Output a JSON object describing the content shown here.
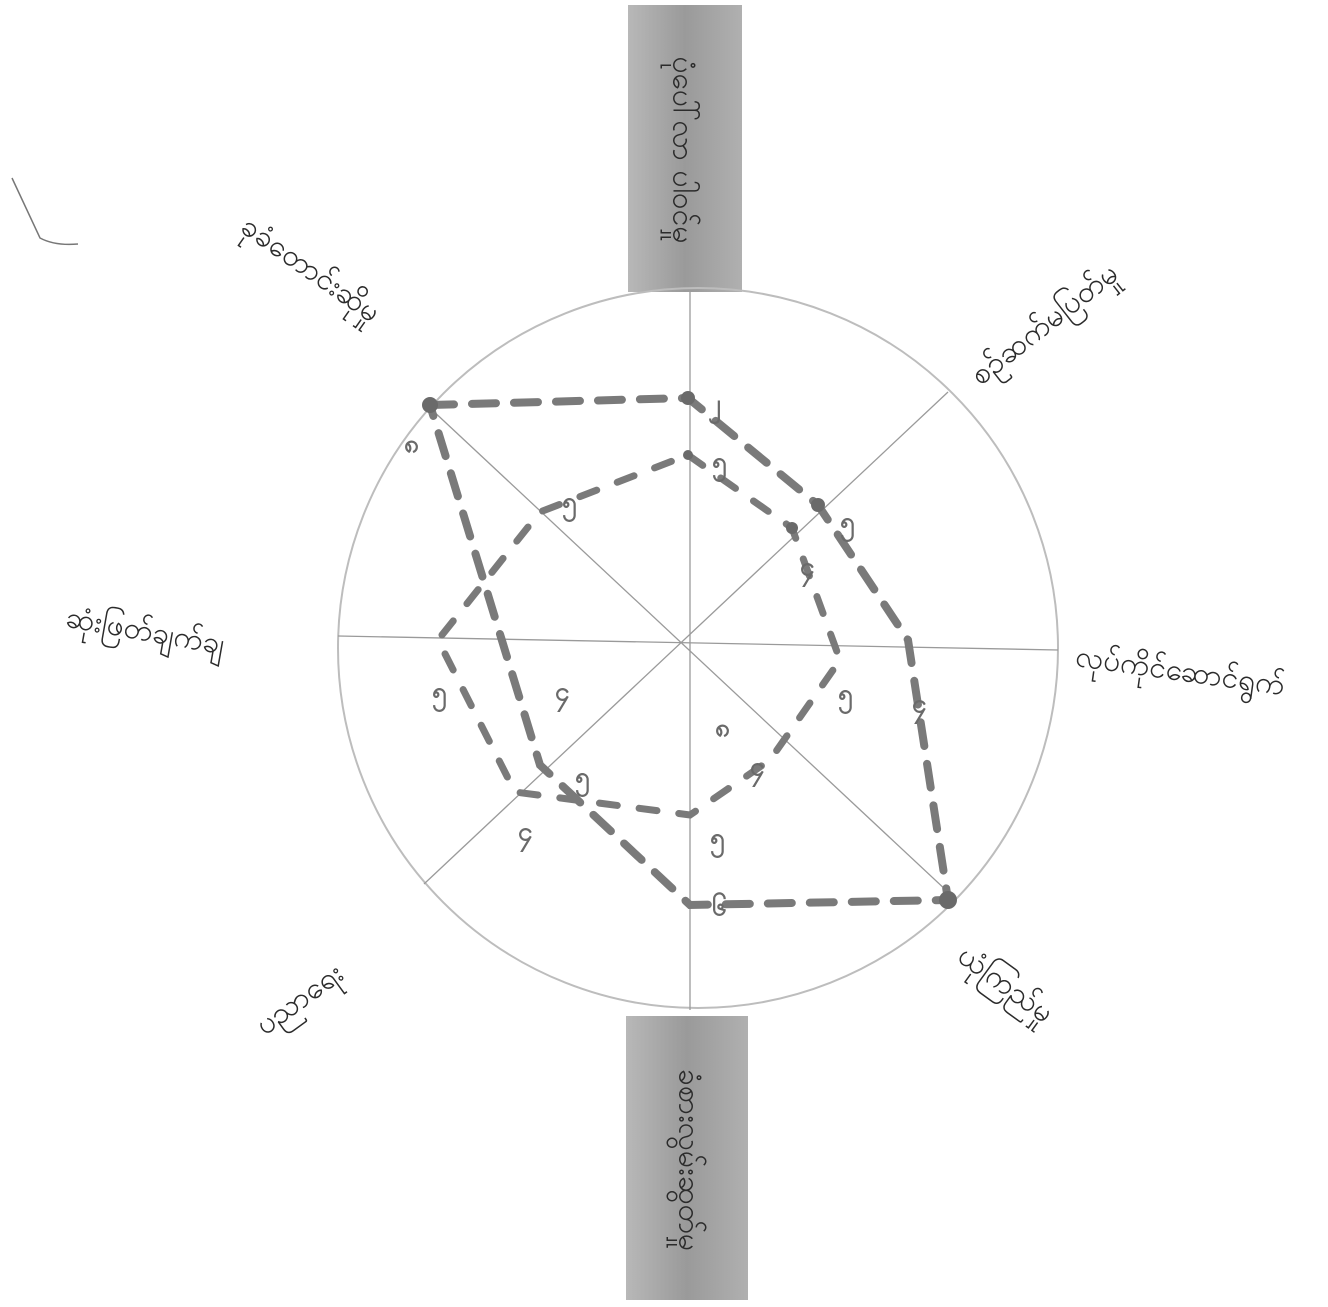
{
  "diagram": {
    "top_band_label": "ပုံပေါ်လာ ပါဝင်မှု",
    "bottom_band_label": "ခံစားလွမ်းဆွတ်မှု",
    "axes": [
      {
        "key": "nw",
        "label": "ခုခံတောင်းဆိုမှု"
      },
      {
        "key": "ne",
        "label": "စဉ်ဆက်မပြတ်မှု"
      },
      {
        "key": "w",
        "label": "ဆုံးဖြတ်ချက်ချ"
      },
      {
        "key": "e",
        "label": "လုပ်ကိုင်ဆောင်ရွက်"
      },
      {
        "key": "sw",
        "label": "ပညာရေး"
      },
      {
        "key": "se",
        "label": "ယုံကြည်မှု"
      }
    ],
    "inner_polygon_labels": [
      "၅",
      "၅",
      "၅",
      "၅",
      "၅",
      "၅",
      "၄",
      "၄"
    ],
    "outer_polygon_labels": [
      "၈",
      "၈",
      "၅",
      "၂",
      "၄",
      "၄",
      "၆",
      "၄"
    ],
    "colors": {
      "circle": "#bdbdbd",
      "axis_line": "#9a9a9a",
      "band": "#9c9c9c",
      "dash": "#7a7a7a",
      "text": "#2b2b2b"
    }
  }
}
